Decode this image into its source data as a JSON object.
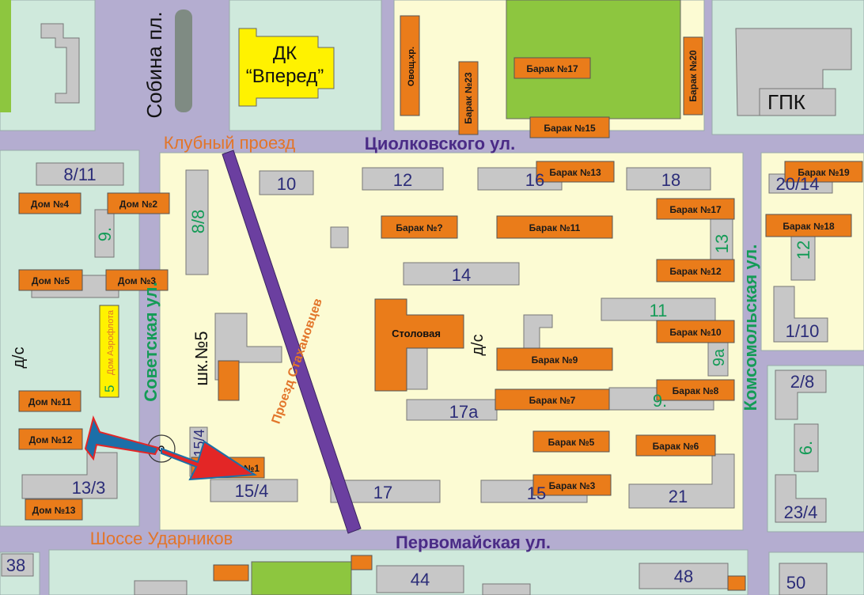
{
  "colors": {
    "road": "#b4add0",
    "block": "#cfe9dc",
    "block_inner": "#fcfbd3",
    "building_gray": "#c7c7c7",
    "barak_orange": "#ea7c1a",
    "park_green": "#8dc63f",
    "dk_yellow": "#fff200",
    "street_orange": "#e2752a",
    "street_purple": "#4a2b86",
    "street_green": "#149b57",
    "label_navy": "#2b2c78",
    "arrow_blue": "#1c6fa8",
    "arrow_red": "#e32626",
    "stakhanov_road": "#6b3fa0"
  },
  "streets": {
    "sobina": "Собина пл.",
    "klubny": "Клубный проезд",
    "tsiolkovsky": "Циолковского ул.",
    "sovetskaya": "Советская ул.",
    "stakhanovtsev": "Проезд Стахановцев",
    "komsomolskaya": "Комсомольская ул.",
    "udarnikov": "Шоссе Ударников",
    "pervomayskaya": "Первомайская ул."
  },
  "landmarks": {
    "dk_line1": "ДК",
    "dk_line2": "“Вперед”",
    "gpk": "ГПК",
    "ovoshch": "Овощ.хр.",
    "stolovaya": "Столовая",
    "ds_left": "д/с",
    "ds_center": "д/с",
    "school": "шк.№5",
    "dom_aeroflota": "Дом Аэрофлота",
    "dom_aeroflota_num": "5"
  },
  "houses": {
    "h8_11": "8/11",
    "h9": "9.",
    "h8_8": "8/8",
    "h13_3": "13/3",
    "h10": "10",
    "h12": "12",
    "h16": "16",
    "h18": "18",
    "h14": "14",
    "h13": "13",
    "h11": "11",
    "h9a": "9а",
    "h9b": "9.",
    "h17a": "17а",
    "h15_4": "15/4",
    "h15_4v": "15/4",
    "h17": "17",
    "h15": "15",
    "h21": "21",
    "h20_14": "20/14",
    "h12r": "12",
    "h1_10": "1/10",
    "h2_8": "2/8",
    "h6": "6.",
    "h23_4": "23/4",
    "h38": "38",
    "h44": "44",
    "h48": "48",
    "h50": "50"
  },
  "baraks": {
    "b17_top": "Барак №17",
    "b20": "Барак №20",
    "b23": "Барак №23",
    "b15": "Барак №15",
    "b13": "Барак №13",
    "b19": "Барак №19",
    "b17_right": "Барак №17",
    "b18": "Барак №18",
    "bq": "Барак №?",
    "b11": "Барак №11",
    "b12": "Барак №12",
    "b10": "Барак №10",
    "b9": "Барак №9",
    "b8": "Барак №8",
    "b7": "Барак №7",
    "b5": "Барак №5",
    "b6": "Барак №6",
    "b3": "Барак №3",
    "b1": "№1",
    "d4": "Дом №4",
    "d2": "Дом №2",
    "d5": "Дом №5",
    "d3": "Дом №3",
    "d11": "Дом №11",
    "d12": "Дом №12",
    "d13": "Дом №13"
  }
}
